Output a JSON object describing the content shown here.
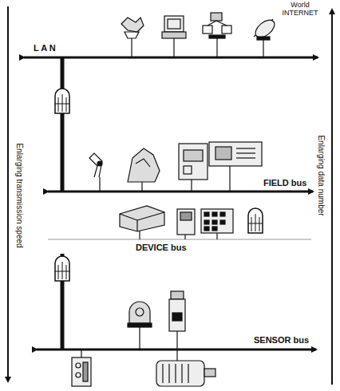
{
  "diagram": {
    "labels": [
      "World INTERNET",
      "L A N",
      "FIELD bus",
      "DEVICE bus",
      "SENSOR bus",
      "Enlarging transmission speed",
      "Enlarging data number"
    ]
  }
}
